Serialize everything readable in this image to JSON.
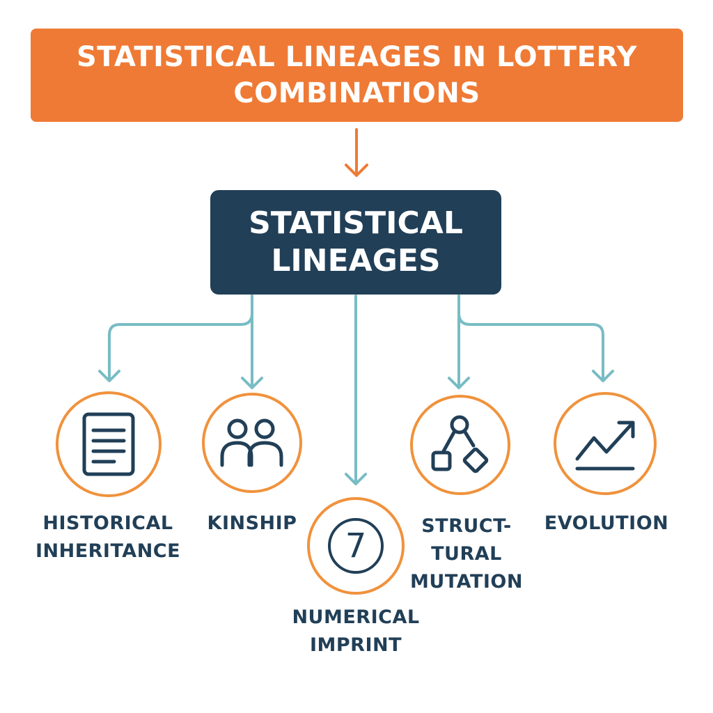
{
  "title": "STATISTICAL LINEAGES IN LOTTERY COMBINATIONS",
  "center_node": "STATISTICAL LINEAGES",
  "categories": [
    {
      "id": "historical-inheritance",
      "icon": "document-icon",
      "label_lines": [
        "HISTORICAL",
        "INHERITANCE"
      ]
    },
    {
      "id": "kinship",
      "icon": "people-icon",
      "label_lines": [
        "KINSHIP"
      ]
    },
    {
      "id": "numerical-imprint",
      "icon": "number-seven-icon",
      "icon_text": "7",
      "label_lines": [
        "NUMERICAL",
        "IMPRINT"
      ]
    },
    {
      "id": "structural-mutation",
      "icon": "network-shapes-icon",
      "label_lines": [
        "STRUCT-",
        "TURAL",
        "MUTATION"
      ]
    },
    {
      "id": "evolution",
      "icon": "trend-up-icon",
      "label_lines": [
        "EVOLUTION"
      ]
    }
  ],
  "colors": {
    "title_banner": "#ef7a35",
    "center_box": "#213f57",
    "connector_orange": "#ef7a35",
    "connector_teal": "#78bcc4",
    "circle_border": "#f0923c",
    "label_text": "#213f57"
  }
}
